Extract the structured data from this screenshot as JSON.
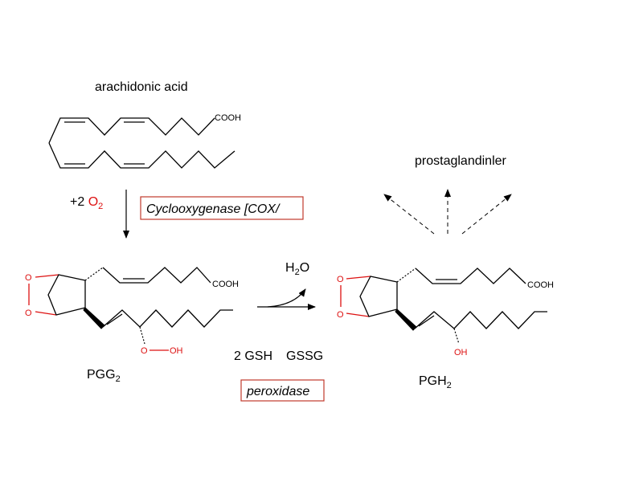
{
  "arachidonic": {
    "title": "arachidonic acid",
    "cooh": "COOH"
  },
  "step1": {
    "reagent_prefix": "+2 ",
    "reagent_o": "O",
    "reagent_sub": "2",
    "enzyme": "Cyclooxygenase [COX/"
  },
  "pgg2": {
    "name": "PGG",
    "sub": "2",
    "cooh": "COOH",
    "o1": "O",
    "o2": "O",
    "ooh_o": "O",
    "ooh_oh": "OH"
  },
  "step2": {
    "water_h": "H",
    "water_sub": "2",
    "water_o": "O",
    "gsh": "2 GSH",
    "gssg": "GSSG",
    "enzyme": "peroxidase"
  },
  "pgh2": {
    "name": "PGH",
    "sub": "2",
    "cooh": "COOH",
    "o1": "O",
    "o2": "O",
    "oh": "OH"
  },
  "products": {
    "label": "prostaglandinler"
  },
  "colors": {
    "red": "#d11",
    "box_border": "#c0392b"
  }
}
